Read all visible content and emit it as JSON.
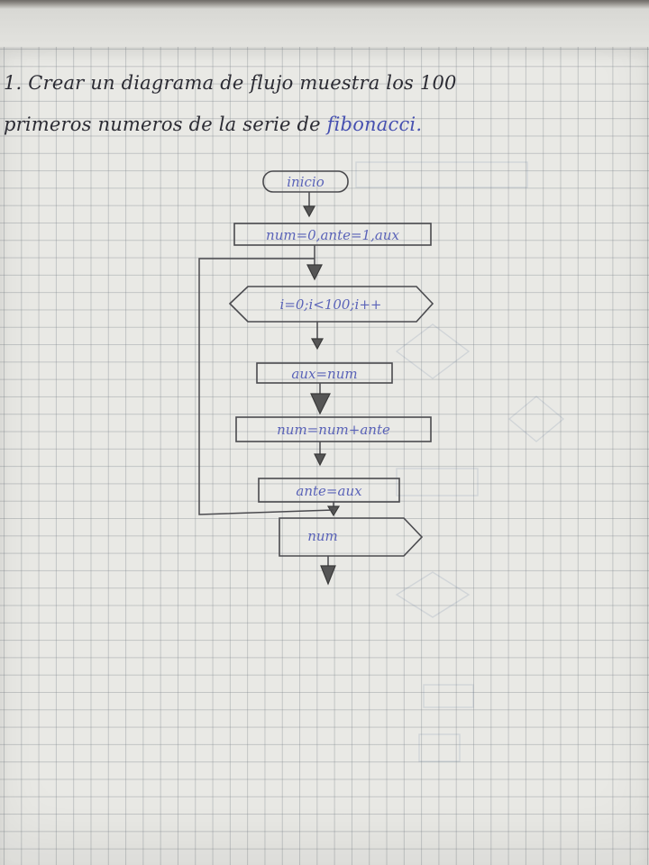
{
  "task": {
    "line1": "1. Crear un diagrama de flujo muestra los 100",
    "line2_prefix": "primeros numeros de la serie de ",
    "line2_highlight": "fibonacci."
  },
  "flowchart": {
    "start_label": "inicio",
    "init_label": "num=0,ante=1,aux",
    "loop_label": "i=0;i<100;i++",
    "assign_aux_label": "aux=num",
    "assign_num_label": "num=num+ante",
    "assign_ante_label": "ante=aux",
    "output_label": "num"
  },
  "colors": {
    "ink_blue": "#5a63b8",
    "pencil": "#4a4a4e",
    "grid": "#7f878f",
    "paper": "#e9e9e5"
  }
}
